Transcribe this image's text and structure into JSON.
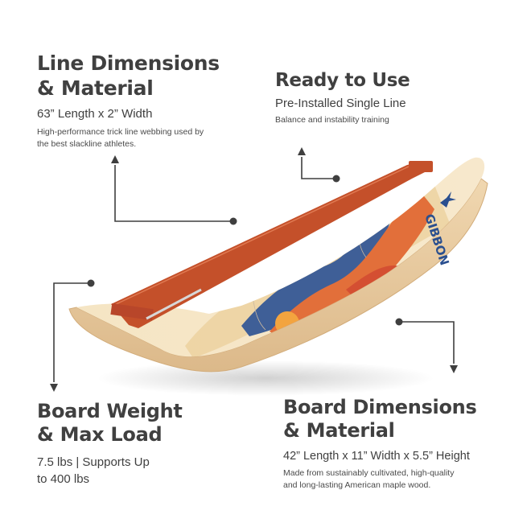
{
  "callouts": {
    "line": {
      "title_line1": "Line Dimensions",
      "title_line2": "& Material",
      "subtitle": "63” Length x 2” Width",
      "desc_line1": "High-performance trick line webbing used by",
      "desc_line2": "the best slackline athletes."
    },
    "ready": {
      "title": "Ready to Use",
      "subtitle": "Pre-Installed Single Line",
      "desc": "Balance and instability training"
    },
    "weight": {
      "title_line1": "Board Weight",
      "title_line2": "& Max Load",
      "subtitle_line1": "7.5 lbs | Supports Up",
      "subtitle_line2": "to 400 lbs"
    },
    "board": {
      "title_line1": "Board Dimensions",
      "title_line2": "& Material",
      "subtitle": "42” Length x 11” Width x 5.5” Height",
      "desc_line1": "Made from sustainably cultivated, high-quality",
      "desc_line2": "and long-lasting American maple wood."
    }
  },
  "product": {
    "brand": "GIBBON",
    "icon": "balance-board-with-slackline"
  },
  "colors": {
    "text": "#404040",
    "connector": "#3f3f3f",
    "strap": "#c4502a",
    "board_base": "#f1dcb6",
    "wave_blue": "#3f5f97",
    "wave_orange": "#e26f3a",
    "wave_yellow": "#f3c25b"
  }
}
